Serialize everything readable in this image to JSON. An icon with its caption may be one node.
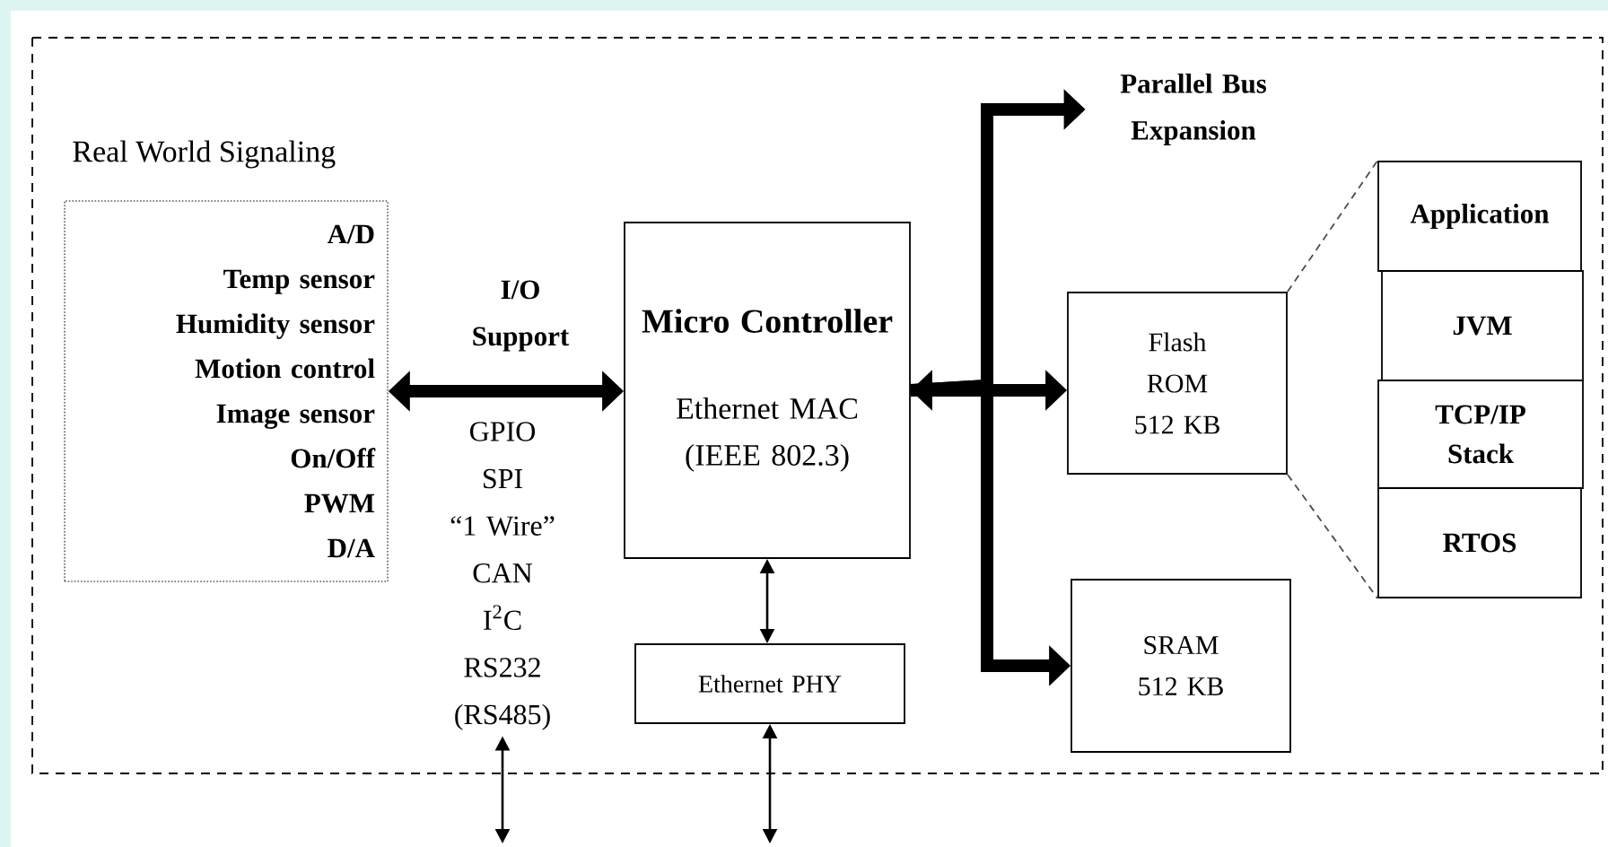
{
  "diagram": {
    "nodes": [
      {
        "text": [
          "Real World Signaling",
          "A/D",
          "Temp sensor",
          "Humidity sensor",
          "Motion control",
          "Image sensor",
          "On/Off",
          "PWM",
          "D/A"
        ]
      },
      {
        "text": [
          "Micro Controller",
          "Ethernet MAC (IEEE 802.3)"
        ]
      },
      {
        "text": [
          "Ethernet PHY"
        ]
      },
      {
        "text": [
          "Flash ROM 512 KB"
        ]
      },
      {
        "text": [
          "SRAM 512 KB"
        ]
      },
      {
        "text": [
          "Application"
        ]
      },
      {
        "text": [
          "JVM"
        ]
      },
      {
        "text": [
          "TCP/IP Stack"
        ]
      },
      {
        "text": [
          "RTOS"
        ]
      },
      {
        "text": [
          "Parallel Bus Expansion"
        ]
      },
      {
        "text": [
          "GPIO",
          "SPI",
          "“1 Wire”",
          "CAN",
          "I$^{2}$C",
          "RS232",
          "(RS485)"
        ]
      }
    ],
    "edges": [
      {
        "from": 0,
        "to": 1,
        "arrow": "both",
        "style": "thick",
        "label": "I/O Support"
      },
      {
        "from": 1,
        "to": 2,
        "arrow": "both"
      },
      {
        "from": 2,
        "to": null,
        "arrow": "both"
      },
      {
        "from": 10,
        "to": null,
        "arrow": "both"
      },
      {
        "from": 1,
        "to": 3,
        "arrow": "both",
        "style": "thick"
      },
      {
        "from": 1,
        "to": 9,
        "arrow": "to",
        "style": "thick"
      },
      {
        "from": 1,
        "to": 4,
        "arrow": "to",
        "style": "thick"
      },
      {
        "from": 3,
        "to": 5,
        "arrow": "none",
        "style": "dashed"
      },
      {
        "from": 3,
        "to": 8,
        "arrow": "none",
        "style": "dashed"
      }
    ]
  }
}
